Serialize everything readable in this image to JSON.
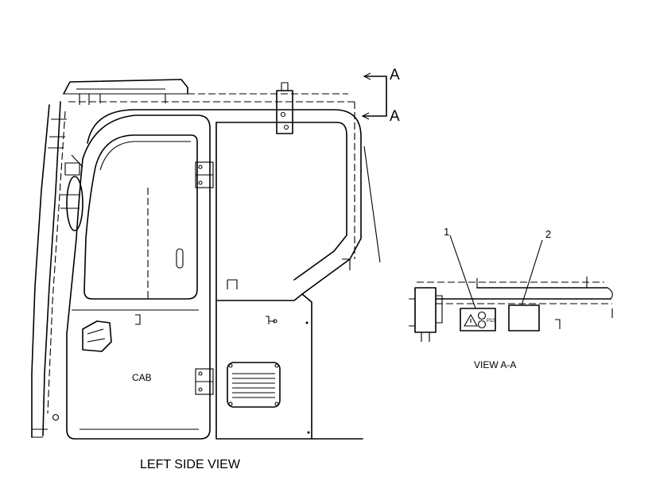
{
  "section_marker_top": "A",
  "section_marker_bottom": "A",
  "cab_label": "CAB",
  "left_view_caption": "LEFT SIDE VIEW",
  "detail_view_caption": "VIEW A-A",
  "callouts": [
    "1",
    "2"
  ],
  "decal_icon_text": "P10"
}
